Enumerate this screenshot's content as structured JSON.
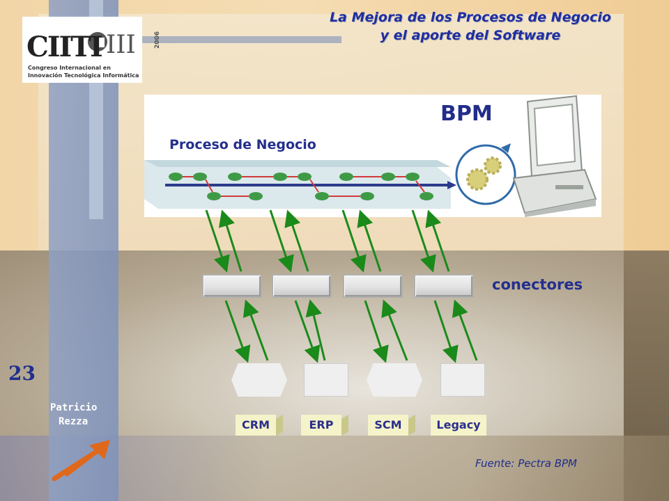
{
  "header": {
    "title_line1": "La Mejora de los Procesos de Negocio",
    "title_line2": "y el aporte del Software"
  },
  "logo": {
    "brand": "CIITI",
    "edition": "III",
    "year": "2006",
    "subtitle_line1": "Congreso Internacional en",
    "subtitle_line2": "Innovación Tecnológica Informática"
  },
  "diagram": {
    "bpm_label": "BPM",
    "process_label": "Proceso de Negocio",
    "connectors_label": "conectores",
    "systems": [
      "CRM",
      "ERP",
      "SCM",
      "Legacy"
    ]
  },
  "footer": {
    "slide_number": "23",
    "author_line1": "Patricio",
    "author_line2": "Rezza",
    "source": "Fuente: Pectra BPM"
  },
  "colors": {
    "title_blue": "#1f2ea0",
    "label_blue": "#242f8c",
    "arrow_green": "#1a8a1a",
    "accent_orange": "#e0681a"
  }
}
